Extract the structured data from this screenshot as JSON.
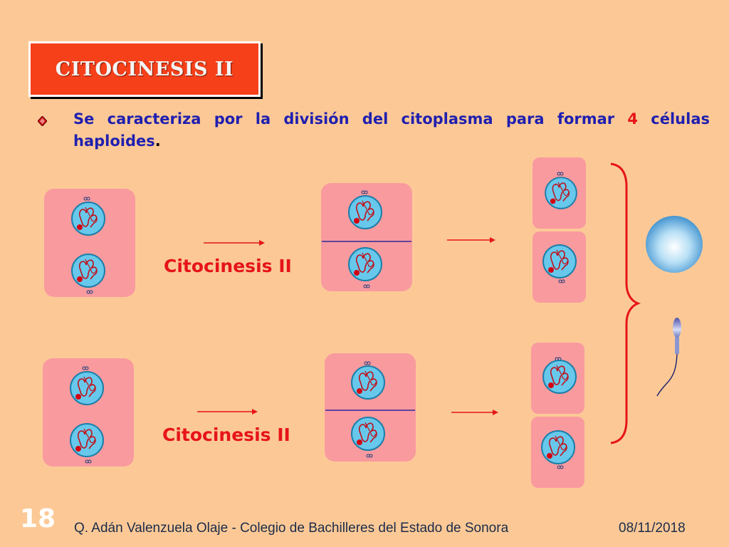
{
  "slide": {
    "title": "CITOCINESIS II",
    "description": {
      "text_before": "Se caracteriza por la división del citoplasma para formar ",
      "number": "4",
      "text_after": " células haploides",
      "period": "."
    },
    "labels": {
      "top": "Citocinesis II",
      "bottom": "Citocinesis II"
    },
    "slide_number": "18",
    "footer": "Q. Adán Valenzuela Olaje - Colegio de Bachilleres del Estado de Sonora",
    "date": "08/11/2018"
  },
  "colors": {
    "background": "#fcc996",
    "title_box": "#f6401a",
    "cell_fill": "#f99a9f",
    "nucleus": "#67c8ec",
    "arrow": "#e6141a",
    "text_blue": "#1f1fb0"
  },
  "icons": {
    "bullet": "diamond-bullet-icon",
    "egg": "ovum-icon",
    "sperm": "sperm-icon"
  }
}
